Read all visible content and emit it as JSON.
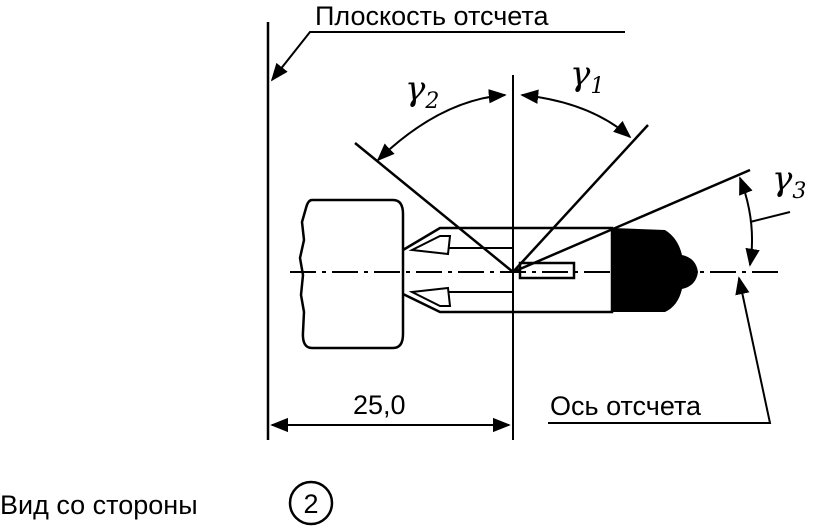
{
  "labels": {
    "reference_plane": "Плоскость отсчета",
    "reference_axis": "Ось отсчета",
    "dimension": "25,0",
    "view_from_side": "Вид со стороны",
    "view_number": "2"
  },
  "angles": [
    {
      "symbol": "γ",
      "index": "1"
    },
    {
      "symbol": "γ",
      "index": "2"
    },
    {
      "symbol": "γ",
      "index": "3"
    }
  ]
}
